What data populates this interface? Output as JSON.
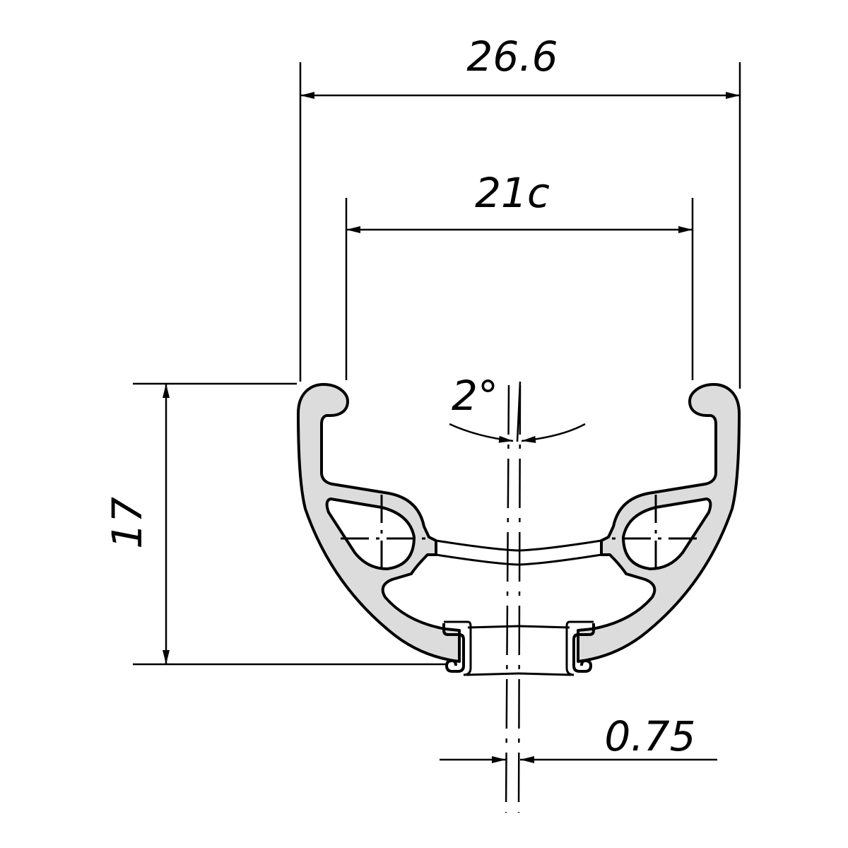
{
  "drawing": {
    "title": "Rim cross-section profile",
    "dimensions": {
      "outer_width": "26.6",
      "inner_width": "21c",
      "height": "17",
      "angle": "2°",
      "wall_offset": "0.75"
    },
    "colors": {
      "profile_fill": "#dcdcdc",
      "line": "#000000",
      "background": "#ffffff"
    }
  }
}
